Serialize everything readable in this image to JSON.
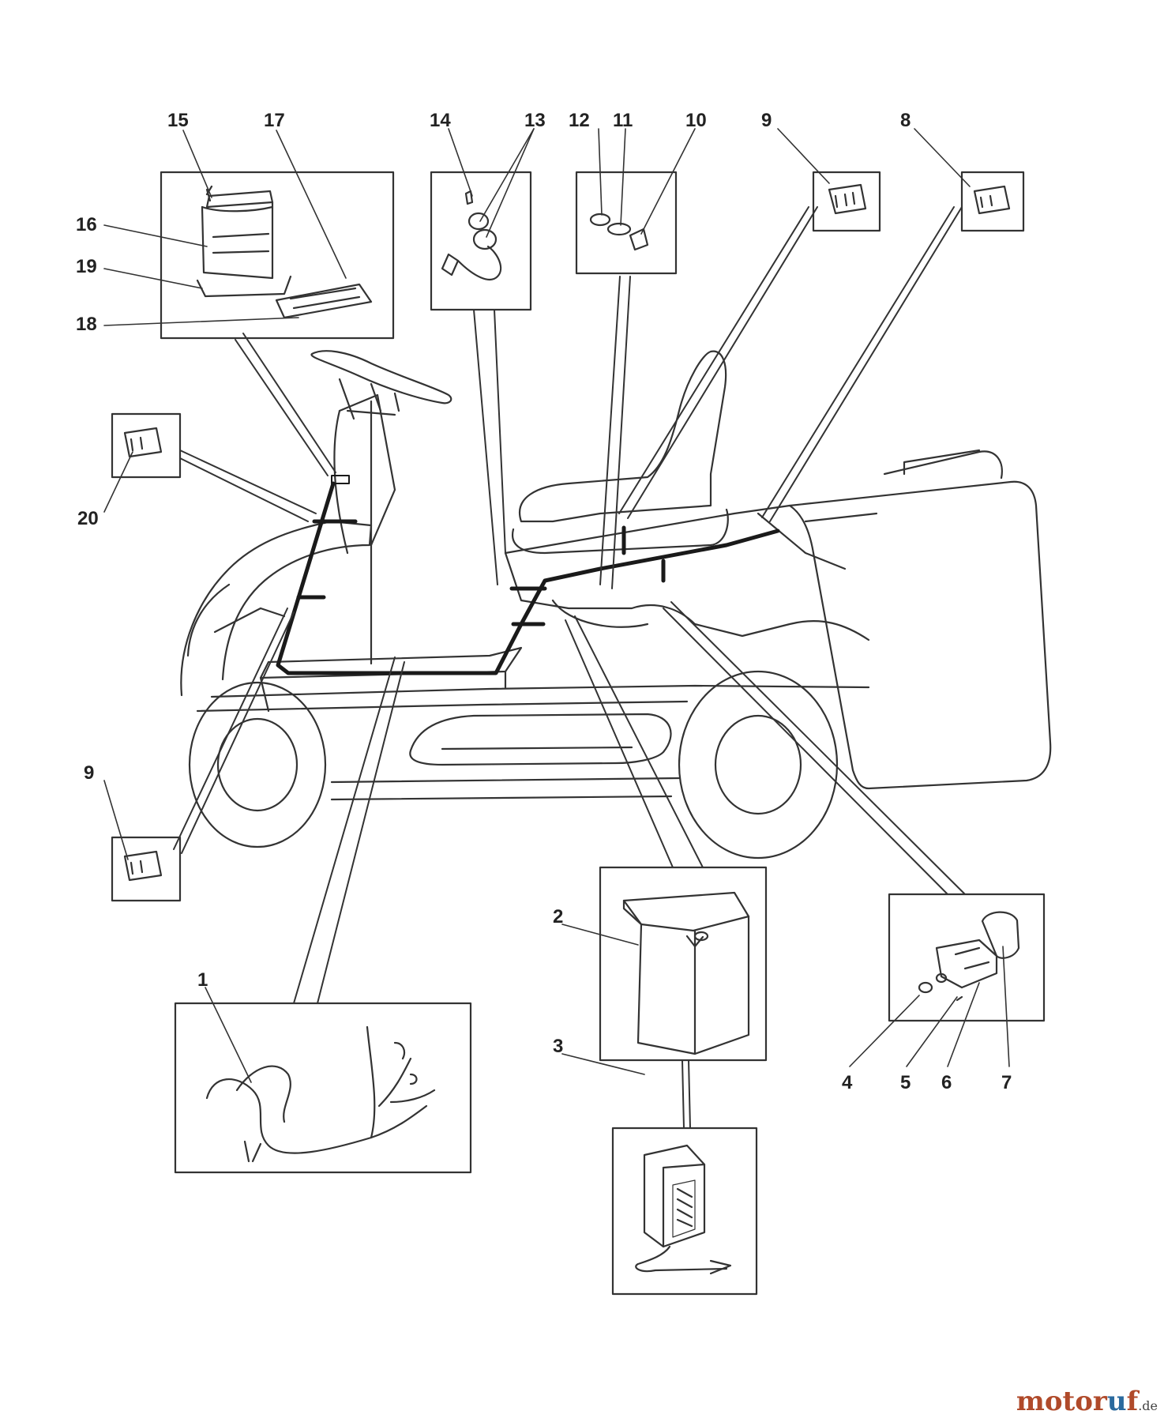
{
  "callouts": {
    "c1": "1",
    "c2": "2",
    "c3": "3",
    "c4": "4",
    "c5": "5",
    "c6": "6",
    "c7": "7",
    "c8": "8",
    "c9a": "9",
    "c9b": "9",
    "c10": "10",
    "c11": "11",
    "c12": "12",
    "c13": "13",
    "c14": "14",
    "c15": "15",
    "c16": "16",
    "c17": "17",
    "c18": "18",
    "c19": "19",
    "c20": "20"
  },
  "watermark": {
    "motor": "motor",
    "u": "u",
    "f": "f",
    "tld": ".de",
    "color_primary": "#b04a2a",
    "color_accent": "#2a6a9e"
  },
  "colors": {
    "line": "#333333",
    "harness": "#1a1a1a"
  }
}
